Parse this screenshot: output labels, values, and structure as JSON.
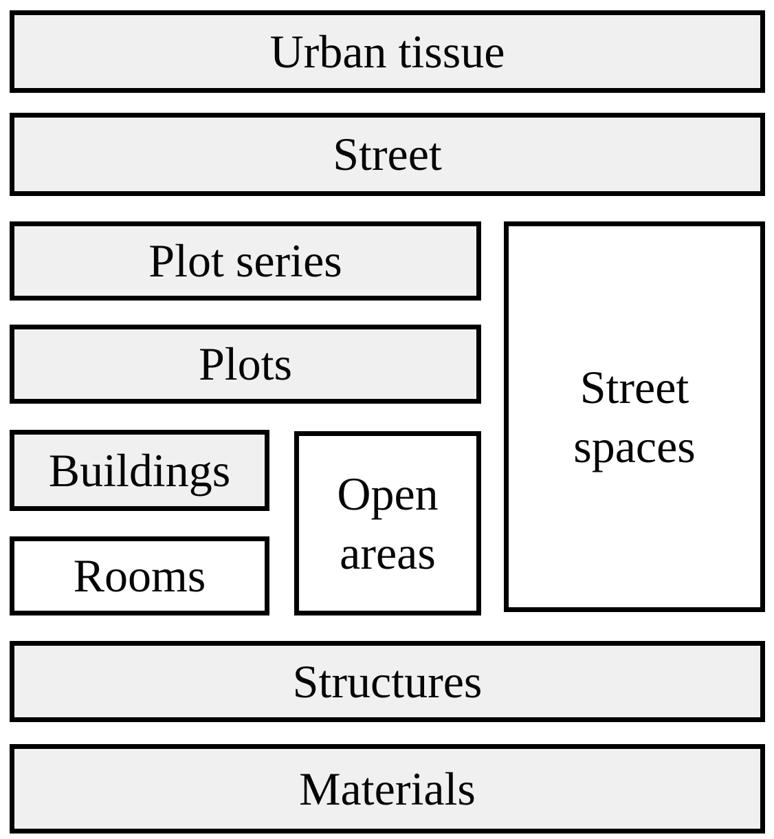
{
  "colors": {
    "background": "#ffffff",
    "border": "#000000",
    "box_fill_gray": "#f0f0f0",
    "box_fill_white": "#ffffff",
    "text": "#050505"
  },
  "boxes": [
    {
      "id": "urban-tissue",
      "label": "Urban tissue",
      "fill": "#f0f0f0"
    },
    {
      "id": "street",
      "label": "Street",
      "fill": "#f0f0f0"
    },
    {
      "id": "plot-series",
      "label": "Plot series",
      "fill": "#f0f0f0"
    },
    {
      "id": "plots",
      "label": "Plots",
      "fill": "#f0f0f0"
    },
    {
      "id": "buildings",
      "label": "Buildings",
      "fill": "#f0f0f0"
    },
    {
      "id": "rooms",
      "label": "Rooms",
      "fill": "#ffffff"
    },
    {
      "id": "open-areas",
      "label": "Open areas",
      "fill": "#ffffff"
    },
    {
      "id": "street-spaces",
      "label": "Street spaces",
      "fill": "#ffffff"
    },
    {
      "id": "structures",
      "label": "Structures",
      "fill": "#f0f0f0"
    },
    {
      "id": "materials",
      "label": "Materials",
      "fill": "#f0f0f0"
    }
  ]
}
